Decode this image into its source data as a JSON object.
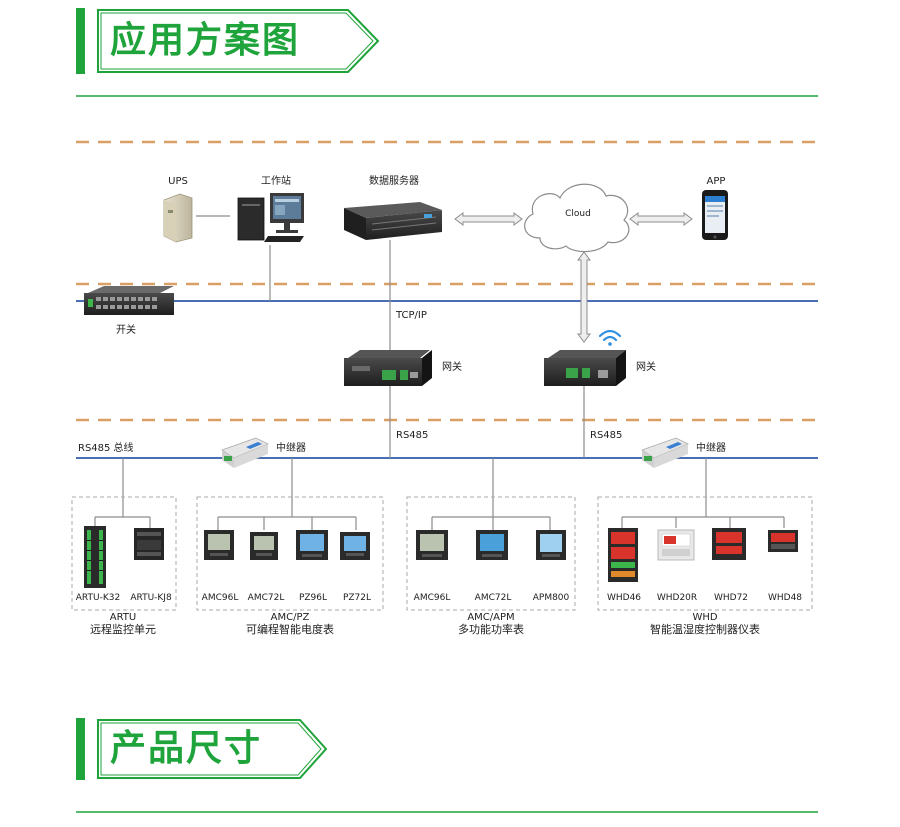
{
  "headers": {
    "top": "应用方案图",
    "bottom": "产品尺寸"
  },
  "top_row": {
    "ups": "UPS",
    "workstation": "工作站",
    "server": "数据服务器",
    "cloud": "Cloud",
    "app": "APP"
  },
  "network": {
    "switch": "开关",
    "tcpip": "TCP/IP",
    "gateway_left": "网关",
    "gateway_right": "网关",
    "rs485_left": "RS485",
    "rs485_right": "RS485",
    "rs485_bus": "RS485 总线",
    "repeater_left": "中继器",
    "repeater_right": "中继器"
  },
  "groups": [
    {
      "code": "ARTU",
      "name": "远程监控单元",
      "devices": [
        "ARTU-K32",
        "ARTU-KJ8"
      ]
    },
    {
      "code": "AMC/PZ",
      "name": "可编程智能电度表",
      "devices": [
        "AMC96L",
        "AMC72L",
        "PZ96L",
        "PZ72L"
      ]
    },
    {
      "code": "AMC/APM",
      "name": "多功能功率表",
      "devices": [
        "AMC96L",
        "AMC72L",
        "APM800"
      ]
    },
    {
      "code": "WHD",
      "name": "智能温湿度控制器仪表",
      "devices": [
        "WHD46",
        "WHD20R",
        "WHD72",
        "WHD48"
      ]
    }
  ],
  "colors": {
    "green": "#1fa33b",
    "dash_orange": "#d9a066",
    "bus_blue": "#4a6fb5",
    "line_gray": "#8c8c8c"
  }
}
